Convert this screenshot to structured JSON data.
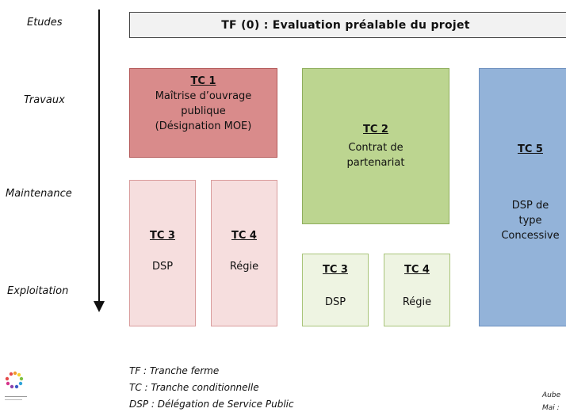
{
  "phases": [
    "Etudes",
    "Travaux",
    "Maintenance",
    "Exploitation"
  ],
  "banner": {
    "text": "TF (0) : Evaluation préalable du projet"
  },
  "boxes": {
    "tc1": {
      "title": "TC 1",
      "lines": [
        "Maîtrise d’ouvrage",
        "publique",
        "(Désignation MOE)"
      ]
    },
    "tc2": {
      "title": "TC 2",
      "lines": [
        "Contrat de",
        "partenariat"
      ]
    },
    "tc5": {
      "title": "TC 5",
      "lines": [
        "DSP de",
        "type",
        "Concessive"
      ]
    },
    "tc3_left": {
      "title": "TC 3",
      "label": "DSP"
    },
    "tc4_left": {
      "title": "TC 4",
      "label": "Régie"
    },
    "tc3_right": {
      "title": "TC 3",
      "label": "DSP"
    },
    "tc4_right": {
      "title": "TC 4",
      "label": "Régie"
    }
  },
  "legend": [
    "TF : Tranche ferme",
    "TC : Tranche conditionnelle",
    "DSP : Délégation de Service Public"
  ],
  "corner_text": [
    "Aube",
    "Mai :"
  ],
  "colors": {
    "tc1": "#d98b8b",
    "tc2": "#bcd590",
    "tc5": "#93b3d9",
    "pink_light": "#f6dede",
    "green_light": "#eef4e2",
    "banner": "#f2f2f2"
  },
  "icons": {
    "logo": "circular-multicolor-logo-icon"
  }
}
